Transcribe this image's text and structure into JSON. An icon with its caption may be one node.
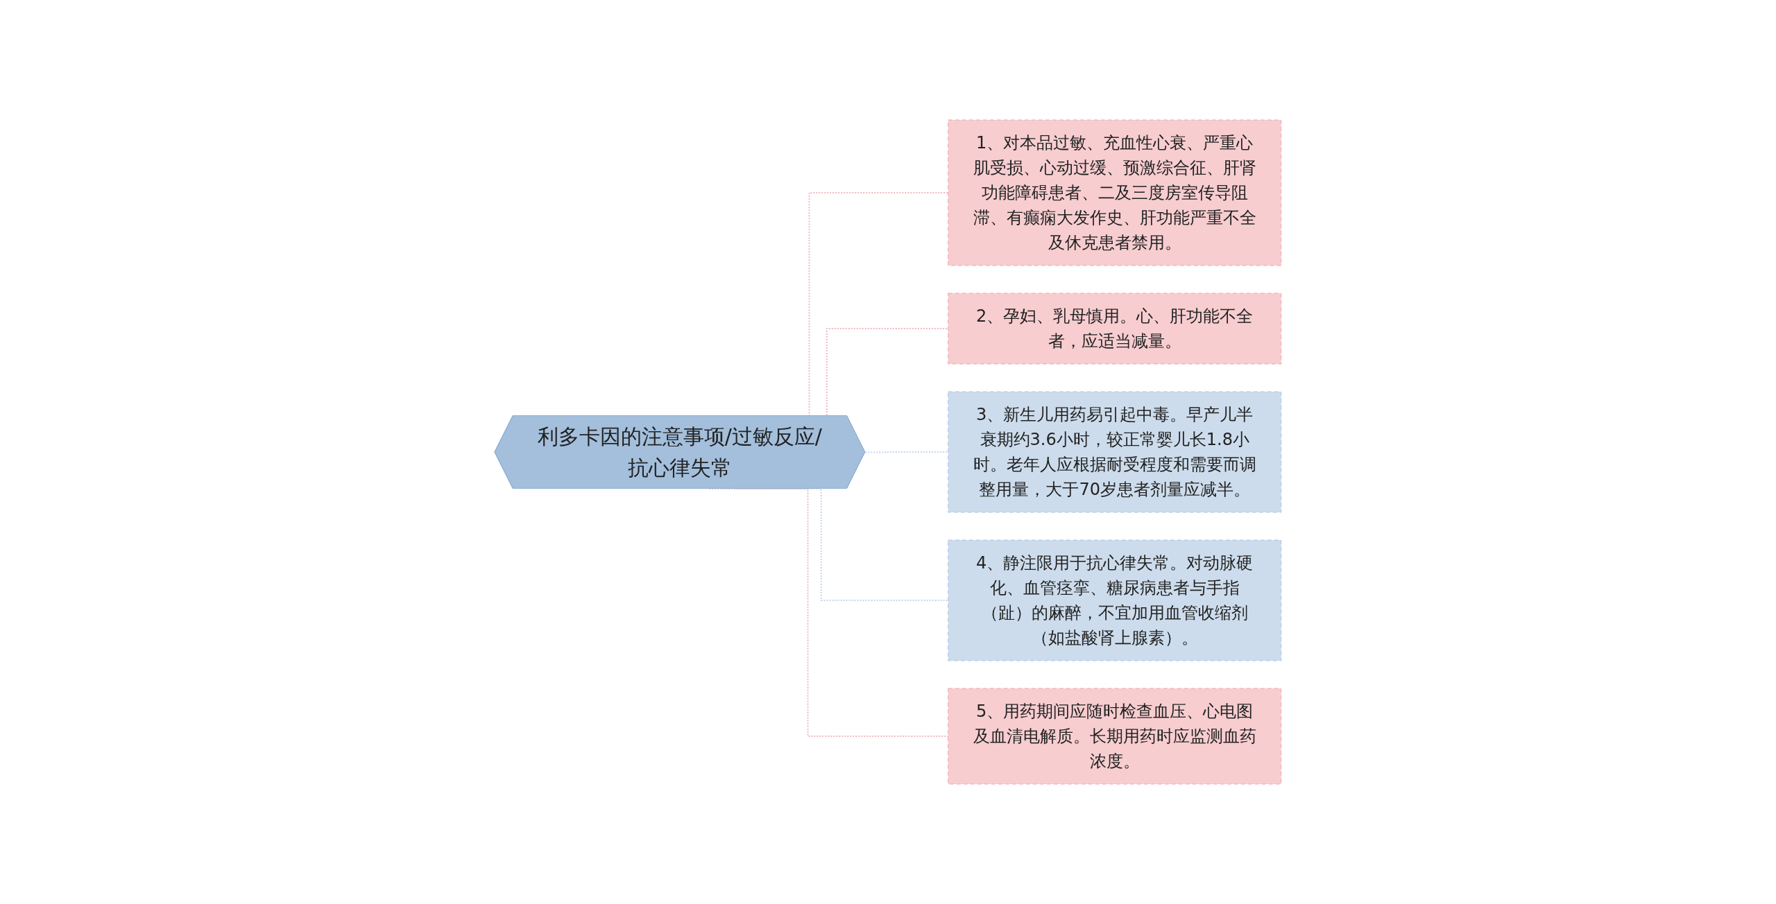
{
  "diagram": {
    "nodes": [
      {
        "text": [
          "利多卡因的注意事项/过敏反应/抗心律失常"
        ]
      },
      {
        "text": [
          "1、对本品过敏、充血性心衰、严重心肌受损、心动过缓、预激综合征、肝肾功能障碍患者、二及三度房室传导阻滞、有癫痫大发作史、肝功能严重不全及休克患者禁用。"
        ]
      },
      {
        "text": [
          "2、孕妇、乳母慎用。心、肝功能不全者，应适当减量。"
        ]
      },
      {
        "text": [
          "3、新生儿用药易引起中毒。早产儿半衰期约3.6小时，较正常婴儿长1.8小时。老年人应根据耐受程度和需要而调整用量，大于70岁患者剂量应减半。"
        ]
      },
      {
        "text": [
          "4、静注限用于抗心律失常。对动脉硬化、血管痉挛、糖尿病患者与手指（趾）的麻醉，不宜加用血管收缩剂（如盐酸肾上腺素）。"
        ]
      },
      {
        "text": [
          "5、用药期间应随时检查血压、心电图及血清电解质。长期用药时应监测血药浓度。"
        ]
      }
    ],
    "edges": [
      {
        "from": 0,
        "to": 1,
        "arrow": "none",
        "style": "dashed"
      },
      {
        "from": 0,
        "to": 2,
        "arrow": "none",
        "style": "dashed"
      },
      {
        "from": 0,
        "to": 3,
        "arrow": "none",
        "style": "dashed",
        "color": "#c5d6ea"
      },
      {
        "from": 0,
        "to": 4,
        "arrow": "none",
        "style": "dashed",
        "color": "#c5d6ea"
      },
      {
        "from": 0,
        "to": 5,
        "arrow": "none",
        "style": "dashed"
      }
    ]
  }
}
